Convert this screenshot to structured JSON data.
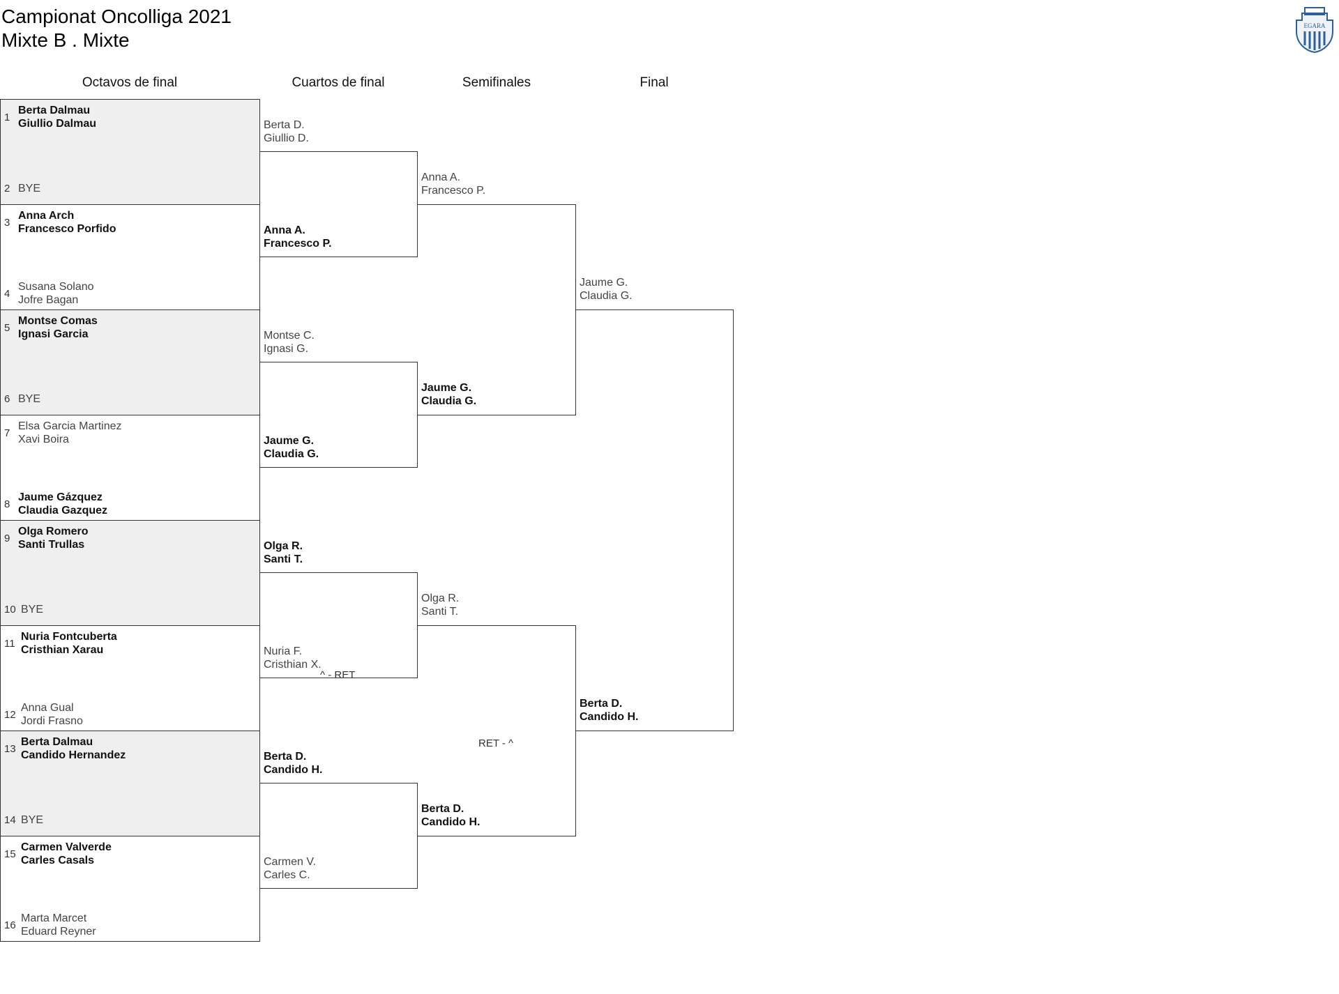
{
  "header": {
    "title": "Campionat Oncolliga 2021",
    "subtitle": "Mixte B . Mixte",
    "logo_text": "EGARA"
  },
  "rounds": [
    "Octavos de final",
    "Cuartos de final",
    "Semifinales",
    "Final"
  ],
  "first_round": [
    {
      "seed": "1",
      "p1": "Berta Dalmau",
      "p2": "Giullio Dalmau",
      "winner": true
    },
    {
      "seed": "2",
      "p1": "BYE",
      "p2": "",
      "winner": false
    },
    {
      "seed": "3",
      "p1": "Anna Arch",
      "p2": "Francesco Porfido",
      "winner": true
    },
    {
      "seed": "4",
      "p1": "Susana Solano",
      "p2": "Jofre Bagan",
      "winner": false
    },
    {
      "seed": "5",
      "p1": "Montse Comas",
      "p2": "Ignasi Garcia",
      "winner": true
    },
    {
      "seed": "6",
      "p1": "BYE",
      "p2": "",
      "winner": false
    },
    {
      "seed": "7",
      "p1": "Elsa Garcia Martinez",
      "p2": "Xavi Boira",
      "winner": false
    },
    {
      "seed": "8",
      "p1": "Jaume Gázquez",
      "p2": "Claudia Gazquez",
      "winner": true
    },
    {
      "seed": "9",
      "p1": "Olga Romero",
      "p2": "Santi Trullas",
      "winner": true
    },
    {
      "seed": "10",
      "p1": "BYE",
      "p2": "",
      "winner": false
    },
    {
      "seed": "11",
      "p1": "Nuria Fontcuberta",
      "p2": "Cristhian Xarau",
      "winner": true
    },
    {
      "seed": "12",
      "p1": "Anna Gual",
      "p2": "Jordi Frasno",
      "winner": false
    },
    {
      "seed": "13",
      "p1": "Berta Dalmau",
      "p2": "Candido Hernandez",
      "winner": true
    },
    {
      "seed": "14",
      "p1": "BYE",
      "p2": "",
      "winner": false
    },
    {
      "seed": "15",
      "p1": "Carmen Valverde",
      "p2": "Carles Casals",
      "winner": true
    },
    {
      "seed": "16",
      "p1": "Marta Marcet",
      "p2": "Eduard Reyner",
      "winner": false
    }
  ],
  "quarter_entries": [
    {
      "p1": "Berta D.",
      "p2": "Giullio D.",
      "winner": false
    },
    {
      "p1": "Anna A.",
      "p2": "Francesco P.",
      "winner": true
    },
    {
      "p1": "Montse C.",
      "p2": "Ignasi G.",
      "winner": false
    },
    {
      "p1": "Jaume G.",
      "p2": "Claudia G.",
      "winner": true
    },
    {
      "p1": "Olga R.",
      "p2": "Santi T.",
      "winner": true
    },
    {
      "p1": "Nuria F.",
      "p2": "Cristhian X.",
      "winner": false
    },
    {
      "p1": "Berta D.",
      "p2": "Candido H.",
      "winner": true
    },
    {
      "p1": "Carmen V.",
      "p2": "Carles C.",
      "winner": false
    }
  ],
  "semi_entries": [
    {
      "p1": "Anna A.",
      "p2": "Francesco P.",
      "winner": false
    },
    {
      "p1": "Jaume G.",
      "p2": "Claudia G.",
      "winner": true
    },
    {
      "p1": "Olga R.",
      "p2": "Santi T.",
      "winner": false
    },
    {
      "p1": "Berta D.",
      "p2": "Candido H.",
      "winner": true
    }
  ],
  "final_entries": [
    {
      "p1": "Jaume G.",
      "p2": "Claudia G.",
      "winner": false
    },
    {
      "p1": "Berta D.",
      "p2": "Candido H.",
      "winner": true
    }
  ],
  "scores": {
    "quarter_3": "^ - RET",
    "semi_2": "RET - ^"
  }
}
